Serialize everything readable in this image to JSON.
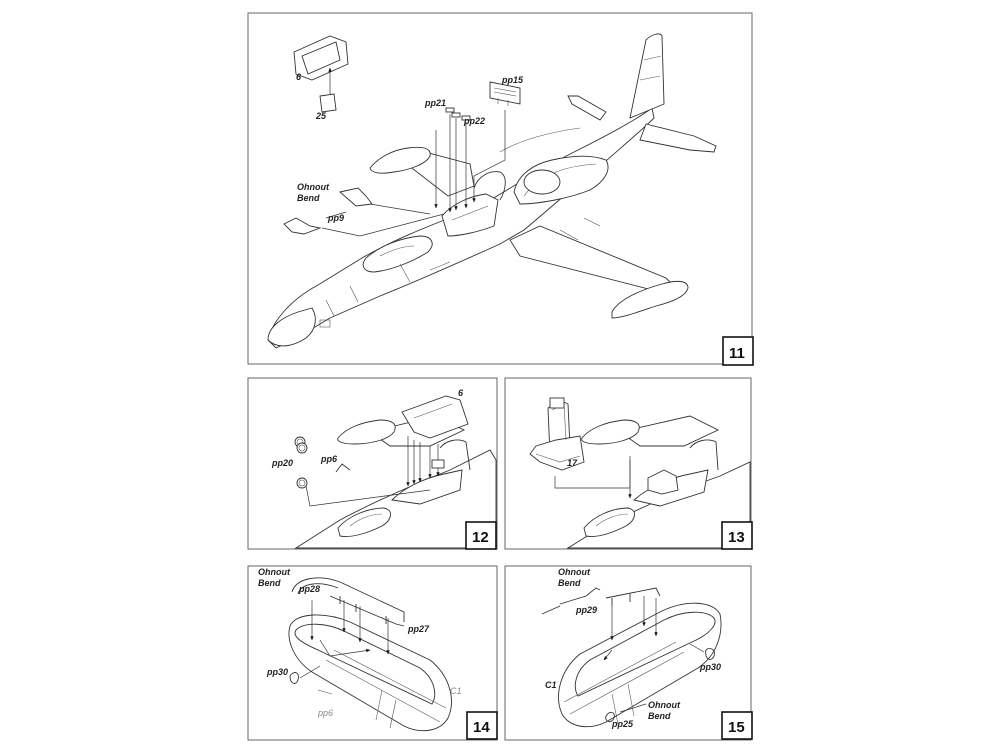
{
  "steps": [
    {
      "number": "11",
      "labels": {
        "p6": "6",
        "p25": "25",
        "pp15": "pp15",
        "pp21": "pp21",
        "pp22": "pp22",
        "bend_cz": "Ohnout",
        "bend_en": "Bend",
        "pp9": "pp9"
      }
    },
    {
      "number": "12",
      "labels": {
        "p6": "6",
        "pp20": "pp20",
        "pp6": "pp6"
      }
    },
    {
      "number": "13",
      "labels": {
        "p17": "17"
      }
    },
    {
      "number": "14",
      "labels": {
        "bend_cz": "Ohnout",
        "bend_en": "Bend",
        "pp28": "pp28",
        "pp27": "pp27",
        "pp30": "pp30",
        "c1": "C1",
        "pp6": "pp6"
      }
    },
    {
      "number": "15",
      "labels": {
        "bend_cz": "Ohnout",
        "bend_en": "Bend",
        "pp29": "pp29",
        "pp30": "pp30",
        "c1": "C1",
        "pp25": "pp25",
        "bend_cz_2": "Ohnout",
        "bend_en_2": "Bend"
      }
    }
  ]
}
